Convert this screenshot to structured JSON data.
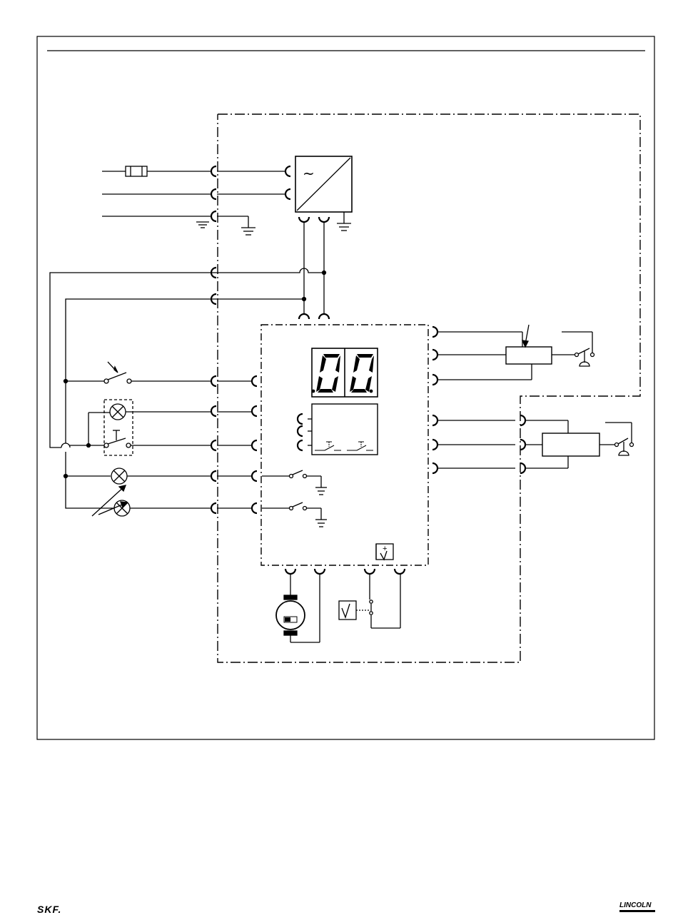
{
  "display": {
    "digit_left": "0",
    "digit_right": "0"
  },
  "footer": {
    "left_logo": "SKF.",
    "right_logo": "LINCOLN"
  },
  "symbols": {
    "ac_symbol": "~",
    "tank_plus": "+",
    "fuse": "fuse-icon",
    "motor": "motor-icon",
    "lamp": "lamp-icon",
    "ground": "ground-icon",
    "pressure_switch": "pressure-switch-icon",
    "level_switch": "level-switch-icon"
  },
  "colors": {
    "line": "#000000",
    "background": "#ffffff"
  }
}
